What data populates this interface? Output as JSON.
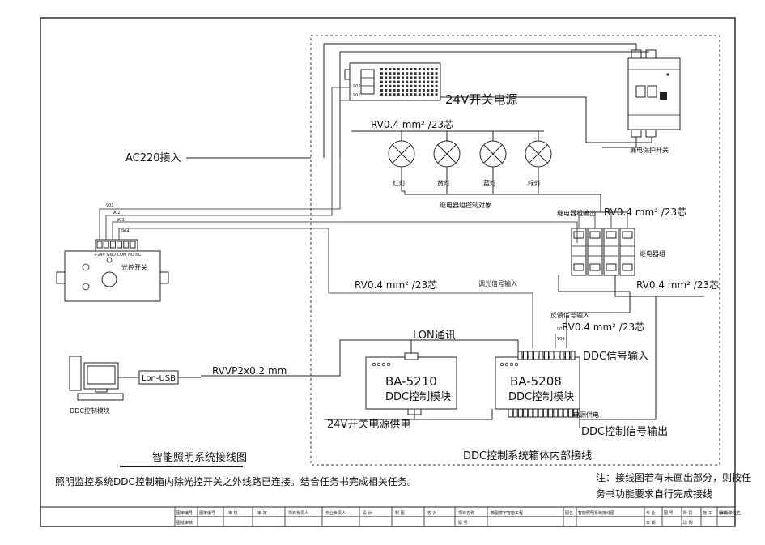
{
  "labels": {
    "power_supply_24v": "24V开关电源",
    "wire_rv_1": "RV0.4 mm² /23芯",
    "ac220_in": "AC220接入",
    "leakage_switch": "漏电保护开关",
    "lamp_red": "红灯",
    "lamp_yellow": "黄灯",
    "lamp_blue": "蓝灯",
    "lamp_green": "绿灯",
    "relay_control_target": "继电器组控制对象",
    "relay_output": "继电器组输出",
    "wire_rv_2": "RV0.4 mm² /23芯",
    "relay_group": "继电器组",
    "light_switch": "光控开关",
    "light_switch_terminals": "+24V GND COM NO NC",
    "wire_rv_3": "RV0.4 mm² /23芯",
    "dimming_signal_in": "调光信号输入",
    "wire_rv_4": "RV0.4 mm² /23芯",
    "feedback_signal_in": "反馈信号输入",
    "wire_rv_5": "RV0.4 mm² /23芯",
    "lon_comm": "LON通讯",
    "ddc_signal_in": "DDC信号输入",
    "module_a_name": "BA-5210",
    "module_a_sub": "DDC控制模块",
    "module_b_name": "BA-5208",
    "module_b_sub": "DDC控制模块",
    "lon_usb": "Lon-USB",
    "wire_rvvp": "RVVP2x0.2 mm",
    "pc_label": "DDC控制模块",
    "power_24v_feed": "24V开关电源供电",
    "supply_power": "电源供电",
    "ddc_control_output": "DDC控制信号输出",
    "cabinet_internal_wiring": "DDC控制系统箱体内部接线",
    "diagram_title": "智能照明系统接线图",
    "description": "照明监控系统DDC控制箱内除光控开关之外线路已连接。结合任务书完成相关任务。",
    "note_line1": "注：接线图若有未画出部分，则按任",
    "note_line2": "务书功能要求自行完成接线"
  },
  "wire_numbers": {
    "w901": "901",
    "w902": "902",
    "w903": "903",
    "w904": "904"
  },
  "title_block": {
    "row1": [
      "图审编号",
      "图审编号",
      "审 核",
      "审 定",
      "项目负责人",
      "专业负责人",
      "设 计",
      "制 图",
      "校 对",
      "项目名称",
      "典型楼宇智能工程",
      "图名",
      "智能照明系统接线图",
      "专 业",
      "图 号",
      "阶 段",
      "施 工",
      "版本",
      "出版单位名"
    ],
    "row2": [
      "图纸审核",
      "版 号",
      "日 期",
      "比 例"
    ]
  }
}
